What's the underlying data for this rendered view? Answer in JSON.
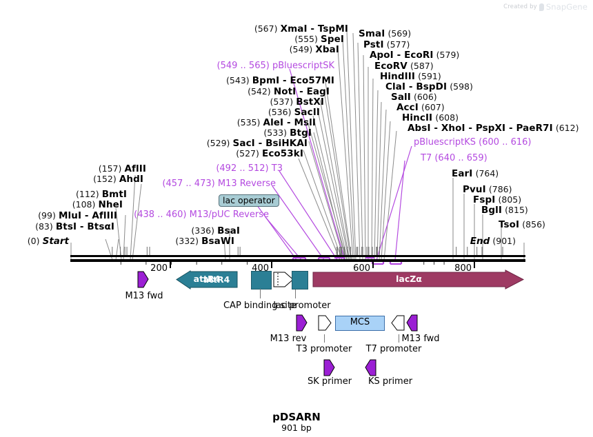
{
  "watermark": {
    "created_by": "Created by",
    "brand": "SnapGene",
    "logo_icon": "snapgene-logo-icon"
  },
  "plasmid": {
    "name": "pDSARN",
    "length": "901 bp"
  },
  "colors": {
    "feature_purple": "#b44ae0",
    "teal_arrow": "#2b7f95",
    "lacz_magenta": "#9e3a63",
    "primer_purple": "#9b1fd4",
    "mcs_blue": "#a9d2f7",
    "operator_badge": "#a8ccd4",
    "leader_gray": "#808080"
  },
  "ruler": {
    "start_label": "Start",
    "start_pos": "(0)",
    "end_label": "End",
    "end_pos": "(901)",
    "ticks": [
      {
        "label": "200",
        "bp": 200
      },
      {
        "label": "400",
        "bp": 400
      },
      {
        "label": "600",
        "bp": 600
      },
      {
        "label": "800",
        "bp": 800
      }
    ]
  },
  "sites_left": [
    {
      "pos": "(157)",
      "names": "AflII",
      "bp": 157
    },
    {
      "pos": "(152)",
      "names": "AhdI",
      "bp": 152
    },
    {
      "pos": "(112)",
      "names": "BmtI",
      "bp": 112
    },
    {
      "pos": "(108)",
      "names": "NheI",
      "bp": 108
    },
    {
      "pos": "(99)",
      "names": "MluI  -  AflIII",
      "bp": 99
    },
    {
      "pos": "(83)",
      "names": "BtsI  -  BtsαI",
      "bp": 83
    },
    {
      "pos": "(336)",
      "names": "BsaI",
      "bp": 336
    },
    {
      "pos": "(332)",
      "names": "BsaWI",
      "bp": 332
    }
  ],
  "sites_mcs_left": [
    {
      "pos": "(567)",
      "names": "XmaI  -  TspMI",
      "bp": 567
    },
    {
      "pos": "(555)",
      "names": "SpeI",
      "bp": 555
    },
    {
      "pos": "(549)",
      "names": "XbaI",
      "bp": 549
    },
    {
      "pos": "(543)",
      "names": "BpmI  -  Eco57MI",
      "bp": 543
    },
    {
      "pos": "(542)",
      "names": "NotI  -  EagI",
      "bp": 542
    },
    {
      "pos": "(537)",
      "names": "BstXI",
      "bp": 537
    },
    {
      "pos": "(536)",
      "names": "SacII",
      "bp": 536
    },
    {
      "pos": "(535)",
      "names": "AleI  -  MslI",
      "bp": 535
    },
    {
      "pos": "(533)",
      "names": "BtgI",
      "bp": 533
    },
    {
      "pos": "(529)",
      "names": "SacI  -  BsiHKAI",
      "bp": 529
    },
    {
      "pos": "(527)",
      "names": "Eco53kI",
      "bp": 527
    }
  ],
  "sites_right": [
    {
      "names": "SmaI",
      "pos": "(569)",
      "bp": 569
    },
    {
      "names": "PstI",
      "pos": "(577)",
      "bp": 577
    },
    {
      "names": "ApoI  -  EcoRI",
      "pos": "(579)",
      "bp": 579
    },
    {
      "names": "EcoRV",
      "pos": "(587)",
      "bp": 587
    },
    {
      "names": "HindIII",
      "pos": "(591)",
      "bp": 591
    },
    {
      "names": "ClaI  -  BspDI",
      "pos": "(598)",
      "bp": 598
    },
    {
      "names": "SalI",
      "pos": "(606)",
      "bp": 606
    },
    {
      "names": "AccI",
      "pos": "(607)",
      "bp": 607
    },
    {
      "names": "HincII",
      "pos": "(608)",
      "bp": 608
    },
    {
      "names": "AbsI  -  XhoI  -  PspXI  -  PaeR7I",
      "pos": "(612)",
      "bp": 612
    },
    {
      "names": "EarI",
      "pos": "(764)",
      "bp": 764
    },
    {
      "names": "PvuI",
      "pos": "(786)",
      "bp": 786
    },
    {
      "names": "FspI",
      "pos": "(805)",
      "bp": 805
    },
    {
      "names": "BglI",
      "pos": "(815)",
      "bp": 815
    },
    {
      "names": "TsoI",
      "pos": "(856)",
      "bp": 856
    }
  ],
  "features_left": [
    {
      "range": "(549 .. 565)",
      "name": "pBluescriptSK",
      "bp": 557
    },
    {
      "range": "(492 .. 512)",
      "name": "T3",
      "bp": 502
    },
    {
      "range": "(457 .. 473)",
      "name": "M13 Reverse",
      "bp": 465
    },
    {
      "range": "(438 .. 460)",
      "name": "M13/pUC Reverse",
      "bp": 449
    }
  ],
  "features_right": [
    {
      "name": "pBluescriptKS",
      "range": "(600 .. 616)",
      "bp": 608
    },
    {
      "name": "T7",
      "range": "(640 .. 659)",
      "bp": 650
    }
  ],
  "operator": {
    "label": "lac operator",
    "bp": 430
  },
  "map_features": [
    {
      "label": "M13 fwd",
      "kind": "primer-right"
    },
    {
      "label": "attR4",
      "kind": "arrow-left"
    },
    {
      "label": "CAP binding site",
      "kind": "box"
    },
    {
      "label": "lac promoter",
      "kind": "open-arrow"
    },
    {
      "label": "lacZα",
      "kind": "arrow-right"
    }
  ],
  "mcs_row": {
    "items": [
      {
        "label": "M13 rev",
        "kind": "primer-right"
      },
      {
        "label": "T3 promoter",
        "kind": "open-arrow-right"
      },
      {
        "label": "MCS",
        "kind": "box-blue"
      },
      {
        "label": "T7 promoter",
        "kind": "open-arrow-left"
      },
      {
        "label": "M13 fwd",
        "kind": "primer-left"
      }
    ]
  },
  "primer_row": {
    "items": [
      {
        "label": "SK primer",
        "kind": "primer-right"
      },
      {
        "label": "KS primer",
        "kind": "primer-left"
      }
    ]
  }
}
